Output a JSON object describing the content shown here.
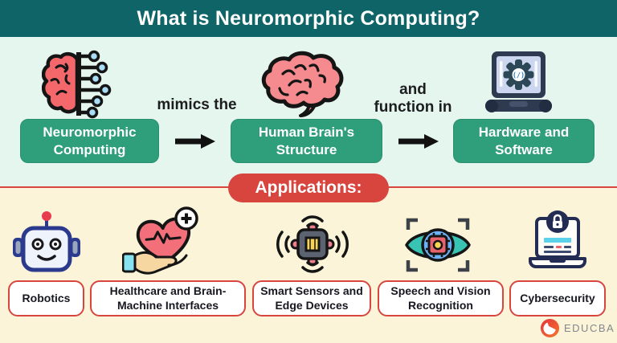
{
  "header": {
    "title": "What is Neuromorphic Computing?"
  },
  "flow": {
    "nodes": [
      {
        "label": "Neuromorphic Computing",
        "icon": "brain-circuit-icon"
      },
      {
        "label": "Human Brain's Structure",
        "icon": "brain-icon"
      },
      {
        "label": "Hardware and Software",
        "icon": "laptop-gear-icon"
      }
    ],
    "connector_labels": [
      "mimics the",
      "and function in"
    ]
  },
  "applications": {
    "banner_label": "Applications:",
    "items": [
      {
        "label": "Robotics",
        "icon": "robot-icon"
      },
      {
        "label": "Healthcare and Brain-Machine Interfaces",
        "icon": "heart-hand-icon"
      },
      {
        "label": "Smart Sensors and Edge Devices",
        "icon": "smart-sensor-icon"
      },
      {
        "label": "Speech and Vision Recognition",
        "icon": "vision-eye-icon"
      },
      {
        "label": "Cybersecurity",
        "icon": "secure-laptop-icon"
      }
    ]
  },
  "footer": {
    "brand": "EDUCBA"
  },
  "colors": {
    "header_teal": "#0f6468",
    "mint_bg": "#e4f6ee",
    "cream_bg": "#fbf4d8",
    "node_green": "#2f9e7a",
    "accent_red": "#d8453f",
    "text_dark": "#1d1d1f",
    "white": "#ffffff"
  }
}
